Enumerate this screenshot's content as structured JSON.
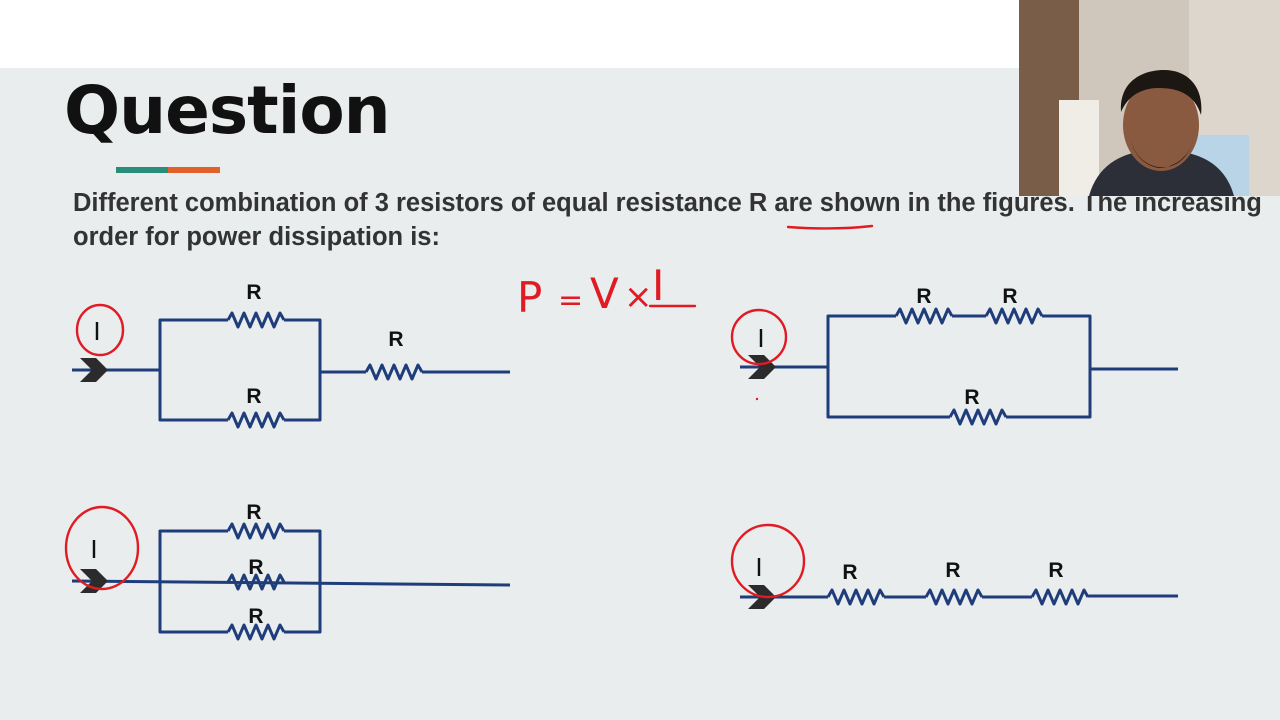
{
  "slide": {
    "title": "Question",
    "question_text": "Different combination of 3 resistors of equal resistance R are shown in the figures. The increasing order for power dissipation is:",
    "accent_colors": [
      "#2a8c7a",
      "#e0612a"
    ],
    "wire_color": "#1f3d7a",
    "annotation_color": "#e01b24"
  },
  "labels": {
    "resistor": "R",
    "current": "I"
  },
  "annotation": {
    "formula_p": "P",
    "formula_eq": "=",
    "formula_v": "V",
    "formula_x": "×",
    "formula_i": "I"
  },
  "webcam": {
    "description_icon": "presenter-webcam"
  }
}
